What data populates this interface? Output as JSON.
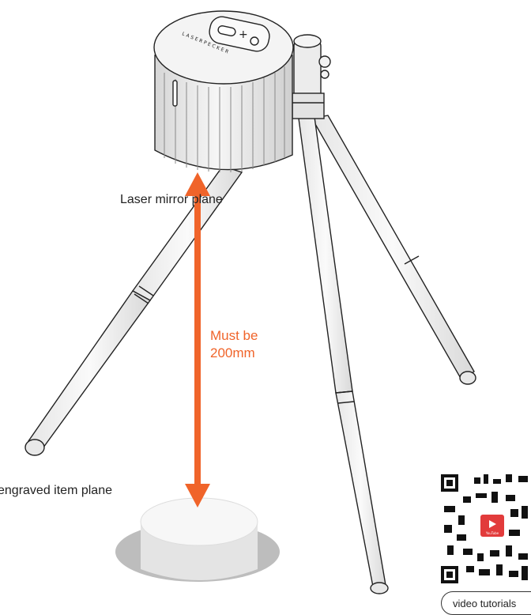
{
  "diagram": {
    "brand_text": "LASERPECKER",
    "label_mirror_plane": "Laser mirror plane",
    "label_item_plane": "engraved item plane",
    "measure_line1": "Must be",
    "measure_line2": "200mm",
    "video_button": "video tutorials",
    "qr_badge": "YouTube",
    "accent_color": "#f0642a"
  }
}
